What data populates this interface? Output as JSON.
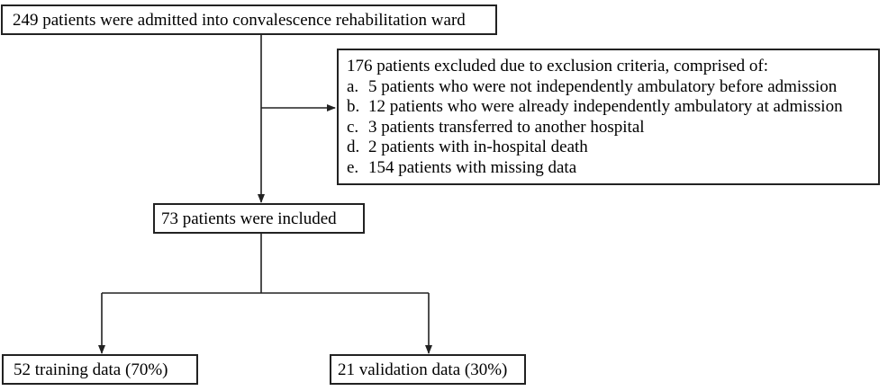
{
  "flowchart": {
    "admitted": "249 patients were admitted into convalescence rehabilitation ward",
    "excluded": {
      "heading": "176 patients excluded due to exclusion criteria, comprised of:",
      "items": [
        {
          "letter": "a.",
          "text": "5 patients who were not independently ambulatory before admission"
        },
        {
          "letter": "b.",
          "text": "12 patients who were already independently ambulatory at admission"
        },
        {
          "letter": "c.",
          "text": "3 patients transferred to another hospital"
        },
        {
          "letter": "d.",
          "text": "2 patients with in-hospital death"
        },
        {
          "letter": "e.",
          "text": "154 patients with missing data"
        }
      ]
    },
    "included": "73 patients were included",
    "training": "52 training data (70%)",
    "validation": "21 validation data (30%)"
  }
}
